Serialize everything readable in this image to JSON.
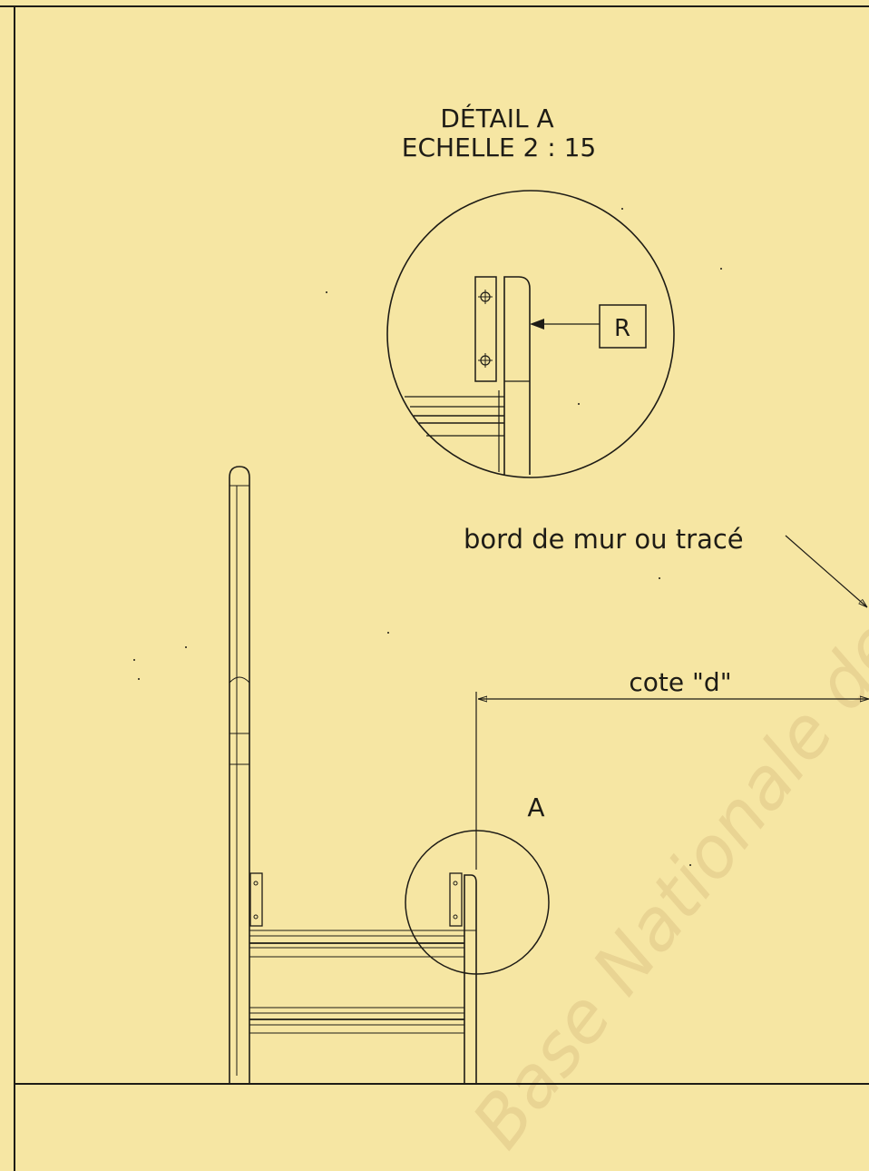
{
  "detail_title": "DÉTAIL A",
  "detail_scale": "ECHELLE 2 : 15",
  "weld_symbol": "R",
  "wall_edge_label": "bord de mur ou tracé",
  "dimension_label": "cote \"d\"",
  "detail_callout": "A",
  "watermark": "Base Nationale des",
  "colors": {
    "paper": "#f6e6a3",
    "ink": "#1e1c16"
  }
}
